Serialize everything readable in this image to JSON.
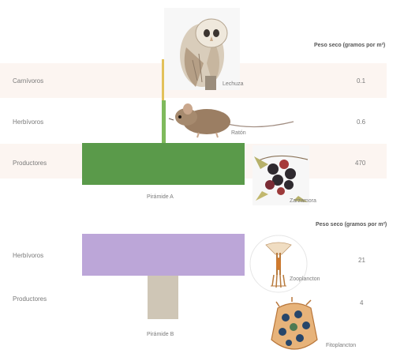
{
  "colors": {
    "band": "#fcf5f1",
    "producers": "#5a9a4a",
    "herbivores_b": "#bca6d8",
    "producers_b": "#cfc6b6",
    "stem_carnivores": "#e2c15a",
    "stem_herbivores": "#7fba5c"
  },
  "pyramid_a": {
    "header": "Peso seco (gramos por m²)",
    "caption": "Pirámide A",
    "levels": [
      {
        "label": "Carnívoros",
        "value": "0.1",
        "organism": "Lechuza",
        "icon": "owl-icon"
      },
      {
        "label": "Herbívoros",
        "value": "0.6",
        "organism": "Ratón",
        "icon": "mouse-icon"
      },
      {
        "label": "Productores",
        "value": "470",
        "organism": "Zarzamora",
        "icon": "blackberry-icon"
      }
    ]
  },
  "pyramid_b": {
    "header": "Peso seco (gramos por m²)",
    "caption": "Pirámide B",
    "levels": [
      {
        "label": "Herbívoros",
        "value": "21",
        "organism": "Zooplancton",
        "icon": "zooplankton-icon"
      },
      {
        "label": "Productores",
        "value": "4",
        "organism": "Fitoplancton",
        "icon": "phytoplankton-icon"
      }
    ]
  }
}
